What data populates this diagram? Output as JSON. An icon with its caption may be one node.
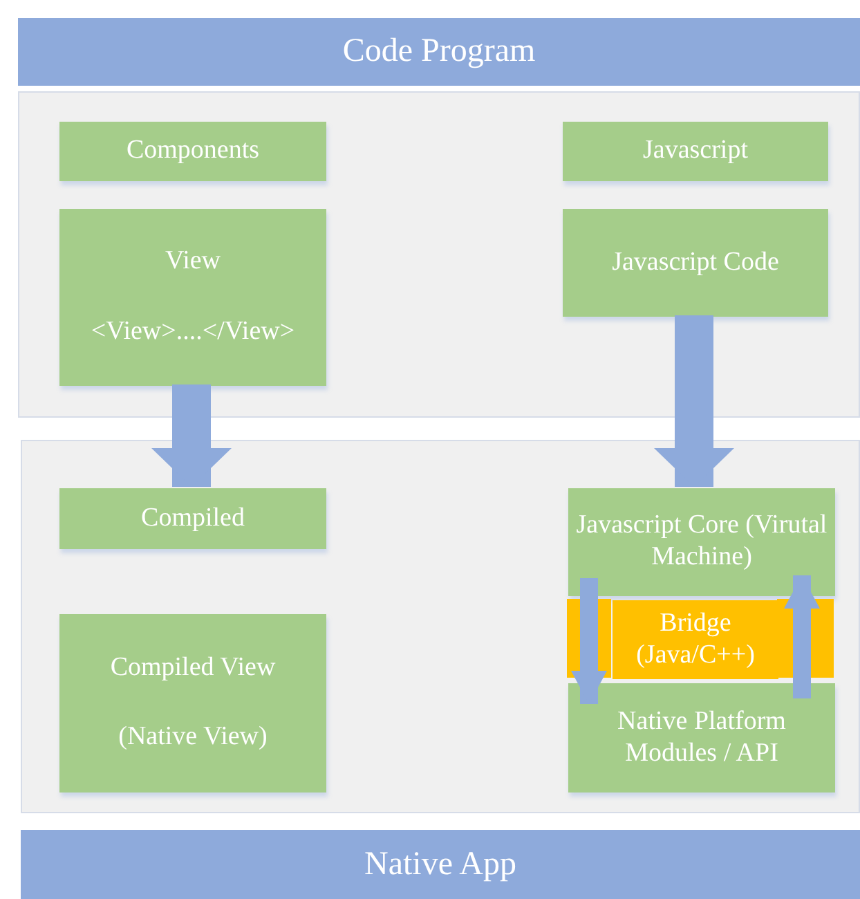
{
  "diagram": {
    "nodes": [
      {
        "text": [
          "Code Program"
        ]
      },
      {
        "text": [],
        "shape": "box"
      },
      {
        "text": [
          "Components"
        ],
        "in": 1
      },
      {
        "text": [
          "View",
          "<View>....</View>"
        ],
        "in": 1
      },
      {
        "text": [
          "Javascript"
        ],
        "in": 1
      },
      {
        "text": [
          "Javascript Code"
        ],
        "in": 1
      },
      {
        "text": [],
        "shape": "box"
      },
      {
        "text": [
          "Compiled"
        ],
        "in": 6
      },
      {
        "text": [
          "Compiled View",
          "(Native View)"
        ],
        "in": 6
      },
      {
        "text": [
          "Javascript Core (Virutal Machine)"
        ],
        "in": 6
      },
      {
        "text": [
          "Bridge (Java/C++)"
        ],
        "in": 6
      },
      {
        "text": [
          "Native Platform Modules / API"
        ],
        "in": 6
      },
      {
        "text": [
          "Native App"
        ]
      }
    ],
    "edges": [
      {
        "from": 3,
        "to": 7,
        "arrow": "to",
        "style": "thick"
      },
      {
        "from": 5,
        "to": 9,
        "arrow": "to",
        "style": "thick"
      },
      {
        "from": 9,
        "to": 11,
        "arrow": "to"
      },
      {
        "from": 11,
        "to": 9,
        "arrow": "to"
      }
    ]
  }
}
